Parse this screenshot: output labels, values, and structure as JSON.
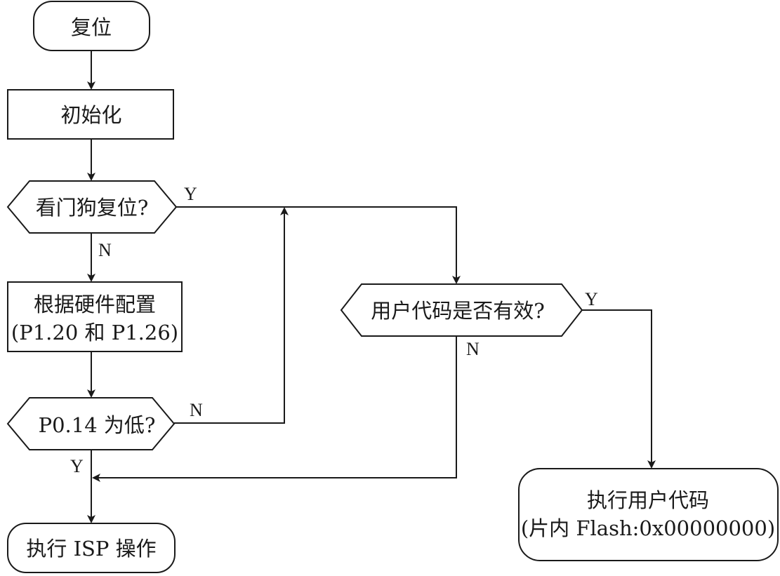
{
  "nodes": {
    "reset": "复位",
    "init": "初始化",
    "watchdog": "看门狗复位?",
    "hw_config_line1": "根据硬件配置",
    "hw_config_line2": "(P1.20 和 P1.26)",
    "p014_low": "P0.14 为低?",
    "user_code_valid": "用户代码是否有效?",
    "isp": "执行 ISP 操作",
    "run_user_line1": "执行用户代码",
    "run_user_line2": "(片内 Flash:0x00000000)"
  },
  "edge_labels": {
    "watchdog_yes": "Y",
    "watchdog_no": "N",
    "p014_no": "N",
    "p014_yes": "Y",
    "valid_yes": "Y",
    "valid_no": "N"
  },
  "colors": {
    "stroke": "#1a1a1a",
    "background": "#ffffff"
  }
}
